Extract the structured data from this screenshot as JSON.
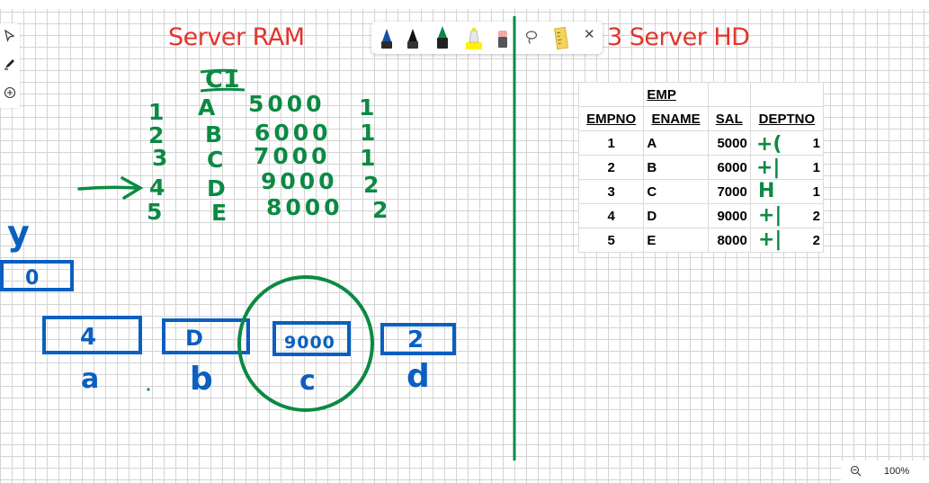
{
  "canvas": {
    "zoom_label": "100%"
  },
  "titles": {
    "left": "Server RAM",
    "right": "3 Server HD"
  },
  "table": {
    "caption": "EMP",
    "headers": [
      "EMPNO",
      "ENAME",
      "SAL",
      "DEPTNO"
    ],
    "rows": [
      [
        "1",
        "A",
        "5000",
        "1"
      ],
      [
        "2",
        "B",
        "6000",
        "1"
      ],
      [
        "3",
        "C",
        "7000",
        "1"
      ],
      [
        "4",
        "D",
        "9000",
        "2"
      ],
      [
        "5",
        "E",
        "8000",
        "2"
      ]
    ],
    "marks": [
      "+(",
      "+|",
      "H",
      "+|",
      "+|"
    ]
  },
  "handwriting": {
    "block_label": "C1",
    "rows": [
      {
        "no": "1",
        "name": "A",
        "sal": "5000",
        "dept": "1"
      },
      {
        "no": "2",
        "name": "B",
        "sal": "6000",
        "dept": "1"
      },
      {
        "no": "3",
        "name": "C",
        "sal": "7000",
        "dept": "1"
      },
      {
        "no": "4",
        "name": "D",
        "sal": "9000",
        "dept": "2"
      },
      {
        "no": "5",
        "name": "E",
        "sal": "8000",
        "dept": "2"
      }
    ],
    "y_label": "y",
    "y_value": "0",
    "vars": [
      {
        "value": "4",
        "label": "a"
      },
      {
        "value": "D",
        "label": "b"
      },
      {
        "value": "9000",
        "label": "c"
      },
      {
        "value": "2",
        "label": "d"
      }
    ]
  },
  "colors": {
    "ink_green": "#0b8a43",
    "ink_blue": "#0a5fc0",
    "title_red": "#e2342c"
  },
  "icons": {
    "left_tools": [
      "select-arrow-icon",
      "pen-icon",
      "add-icon"
    ],
    "pen_toolbar": [
      "blue-pen-icon",
      "black-pen-icon",
      "green-pen-icon",
      "yellow-highlighter-icon",
      "eraser-icon",
      "lasso-icon",
      "ruler-icon",
      "close-icon"
    ],
    "zoom": "zoom-out-icon"
  }
}
